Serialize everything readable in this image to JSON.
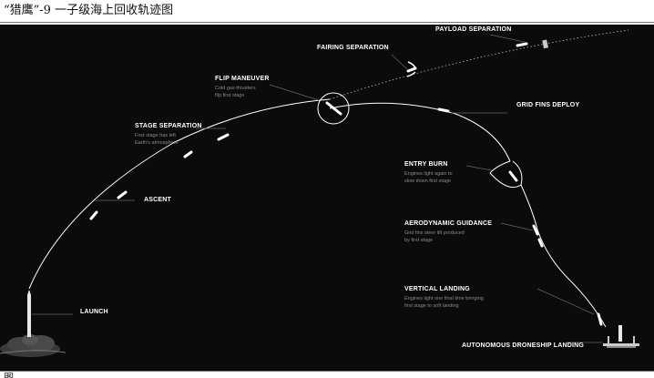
{
  "figure": {
    "caption_top": "“猎鹰”-9 一子级海上回收轨迹图",
    "caption_bottom": "图 ..."
  },
  "diagram": {
    "steps": [
      {
        "label": "LAUNCH",
        "desc": ""
      },
      {
        "label": "ASCENT",
        "desc": ""
      },
      {
        "label": "STAGE SEPARATION",
        "desc": "First stage has left\nEarth's atmosphere"
      },
      {
        "label": "FLIP MANEUVER",
        "desc": "Cold gas thrusters\nflip first stage"
      },
      {
        "label": "FAIRING SEPARATION",
        "desc": ""
      },
      {
        "label": "PAYLOAD SEPARATION",
        "desc": ""
      },
      {
        "label": "GRID FINS DEPLOY",
        "desc": ""
      },
      {
        "label": "ENTRY BURN",
        "desc": "Engines light again to\nslow down first stage"
      },
      {
        "label": "AERODYNAMIC GUIDANCE",
        "desc": "Grid fins steer lift produced\nby first stage"
      },
      {
        "label": "VERTICAL LANDING",
        "desc": "Engines light one final time bringing\nfirst stage to soft landing"
      },
      {
        "label": "AUTONOMOUS DRONESHIP LANDING",
        "desc": ""
      }
    ]
  },
  "colors": {
    "background": "#0b0b0b",
    "trajectory": "#ffffff",
    "text": "#ffffff",
    "desc_text": "#8a8a8a"
  }
}
